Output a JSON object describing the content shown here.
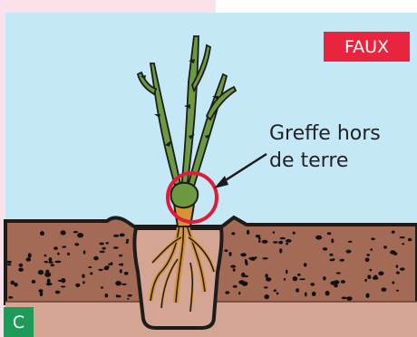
{
  "labels": {
    "verdict": "FAUX",
    "panel": "C",
    "annotation_line1": "Greffe hors",
    "annotation_line2": "de terre"
  },
  "colors": {
    "sky": "#c5e8f6",
    "page_tint": "#fbe2ea",
    "soil": "#a36a55",
    "soil_dark": "#6d4034",
    "pebble": "#111111",
    "planting_hole": "#d5a594",
    "roots": "#d79436",
    "stem_green": "#6d9a41",
    "outline": "#1c1c1c",
    "highlight_ring": "#e31b3a",
    "verdict_bg": "#e8243f",
    "panel_tag_bg": "#1e9a5b"
  }
}
